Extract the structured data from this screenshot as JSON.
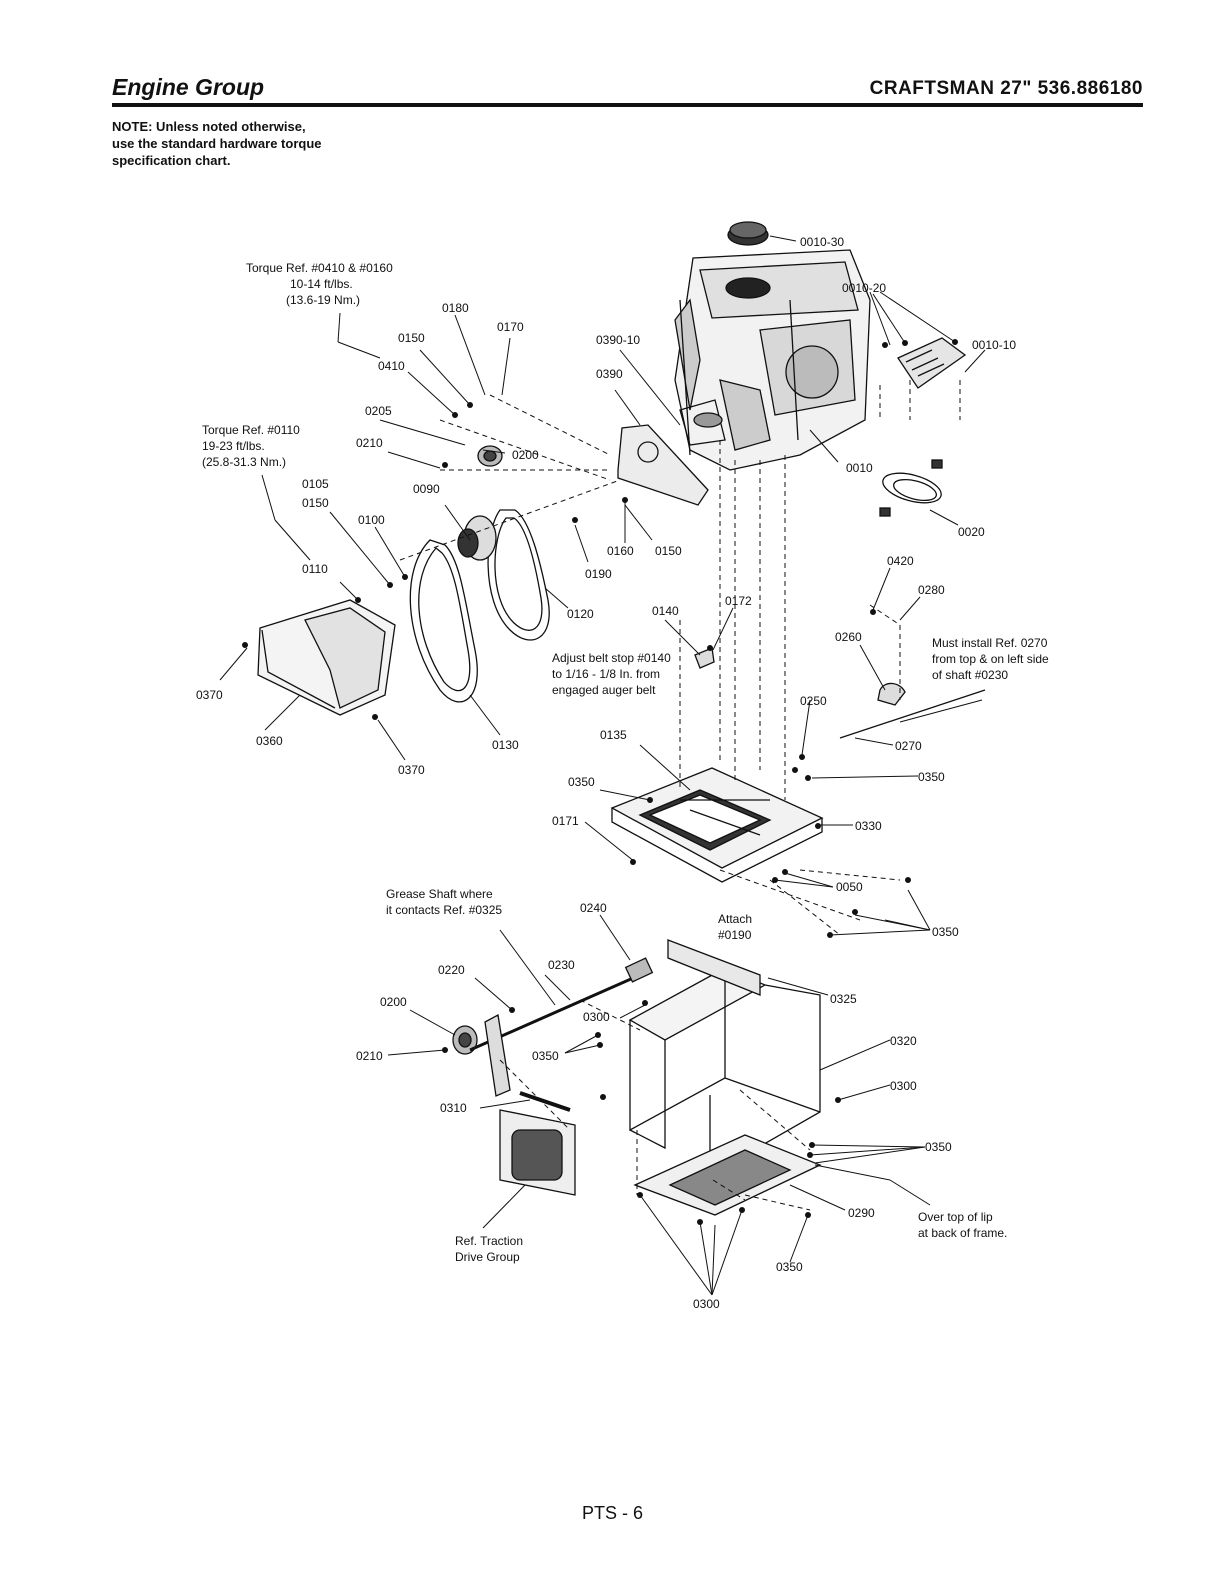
{
  "header": {
    "title": "Engine Group",
    "model": "CRAFTSMAN 27\" 536.886180"
  },
  "note": "NOTE: Unless noted otherwise,\nuse the standard hardware torque\nspecification chart.",
  "callouts": {
    "torque_0410": [
      "Torque Ref. #0410 & #0160",
      "10-14 ft/lbs.",
      "(13.6-19 Nm.)"
    ],
    "torque_0110": [
      "Torque Ref. #0110",
      "19-23 ft/lbs.",
      "(25.8-31.3 Nm.)"
    ],
    "belt_stop": [
      "Adjust belt stop #0140",
      "to 1/16 - 1/8 In. from",
      "engaged auger belt"
    ],
    "must_install": [
      "Must install Ref. 0270",
      "from top & on left side",
      "of shaft #0230"
    ],
    "grease": [
      "Grease Shaft where",
      "it contacts Ref. #0325"
    ],
    "attach": [
      "Attach",
      "#0190"
    ],
    "traction": [
      "Ref. Traction",
      "Drive Group"
    ],
    "lip": [
      "Over top of lip",
      "at back of frame."
    ]
  },
  "part_labels": {
    "p0010_30": "0010-30",
    "p0010_20": "0010-20",
    "p0010_10": "0010-10",
    "p0010": "0010",
    "p0020": "0020",
    "p0180": "0180",
    "p0170": "0170",
    "p0150a": "0150",
    "p0410": "0410",
    "p0390_10": "0390-10",
    "p0390": "0390",
    "p0205": "0205",
    "p0210a": "0210",
    "p0200a": "0200",
    "p0105": "0105",
    "p0150b": "0150",
    "p0090": "0090",
    "p0100": "0100",
    "p0160": "0160",
    "p0150c": "0150",
    "p0190": "0190",
    "p0110": "0110",
    "p0120": "0120",
    "p0140": "0140",
    "p0172": "0172",
    "p0420": "0420",
    "p0280": "0280",
    "p0260": "0260",
    "p0370a": "0370",
    "p0360": "0360",
    "p0370b": "0370",
    "p0130": "0130",
    "p0250": "0250",
    "p0135": "0135",
    "p0270": "0270",
    "p0350a": "0350",
    "p0350b": "0350",
    "p0171": "0171",
    "p0330": "0330",
    "p0050": "0050",
    "p0240": "0240",
    "p0350c": "0350",
    "p0220": "0220",
    "p0230": "0230",
    "p0325": "0325",
    "p0200b": "0200",
    "p0300a": "0300",
    "p0210b": "0210",
    "p0350d": "0350",
    "p0320": "0320",
    "p0300b": "0300",
    "p0310": "0310",
    "p0350e": "0350",
    "p0290": "0290",
    "p0350f": "0350",
    "p0300c": "0300"
  },
  "footer": {
    "page": "PTS - 6"
  }
}
